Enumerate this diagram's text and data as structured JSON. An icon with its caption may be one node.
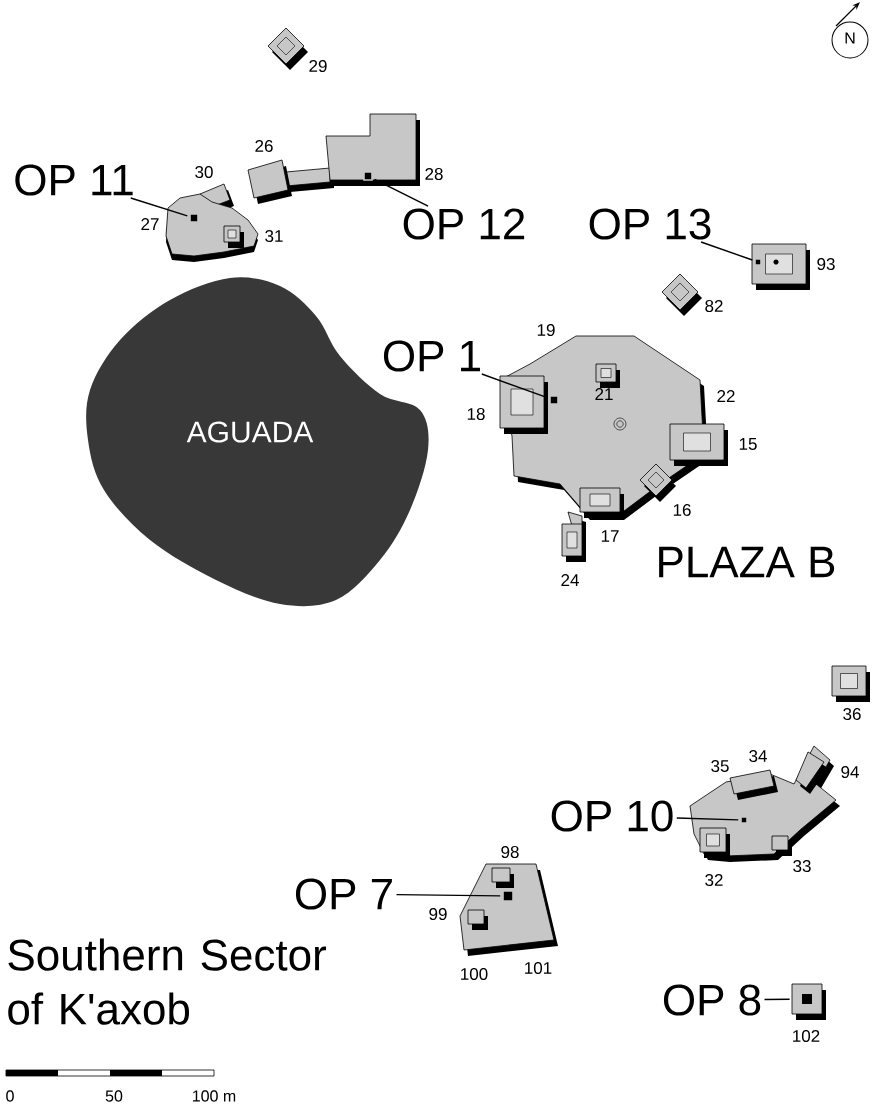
{
  "diagram": {
    "title": "Southern Sector of K'axob",
    "nodes": [
      {
        "text": [
          "OP 11"
        ]
      },
      {
        "text": [],
        "shape": "box"
      },
      {
        "text": [
          "OP 12"
        ]
      },
      {
        "text": [],
        "shape": "box"
      },
      {
        "text": [
          "OP 13"
        ]
      },
      {
        "text": [],
        "shape": "box"
      },
      {
        "text": [
          "OP 1"
        ]
      },
      {
        "text": [],
        "shape": "box"
      },
      {
        "text": [
          "AGUADA"
        ]
      },
      {
        "text": [
          "OP 10"
        ]
      },
      {
        "text": [],
        "shape": "box"
      },
      {
        "text": [
          "OP 7"
        ]
      },
      {
        "text": [],
        "shape": "box"
      },
      {
        "text": [
          "OP 8"
        ]
      },
      {
        "text": [],
        "shape": "box"
      }
    ],
    "edges": [
      {
        "from": 0,
        "to": 1,
        "arrow": "none"
      },
      {
        "from": 2,
        "to": 3,
        "arrow": "none"
      },
      {
        "from": 4,
        "to": 5,
        "arrow": "none"
      },
      {
        "from": 6,
        "to": 7,
        "arrow": "none"
      },
      {
        "from": 9,
        "to": 10,
        "arrow": "none"
      },
      {
        "from": 11,
        "to": 12,
        "arrow": "none"
      },
      {
        "from": 13,
        "to": 14,
        "arrow": "none"
      }
    ],
    "labels": [
      "N",
      "29",
      "30",
      "26",
      "28",
      "27",
      "31",
      "93",
      "82",
      "19",
      "21",
      "22",
      "18",
      "15",
      "16",
      "17",
      "PLAZA B",
      "24",
      "36",
      "35",
      "34",
      "94",
      "32",
      "33",
      "98",
      "99",
      "100",
      "101",
      "102",
      "0",
      "50",
      "100 m"
    ]
  }
}
